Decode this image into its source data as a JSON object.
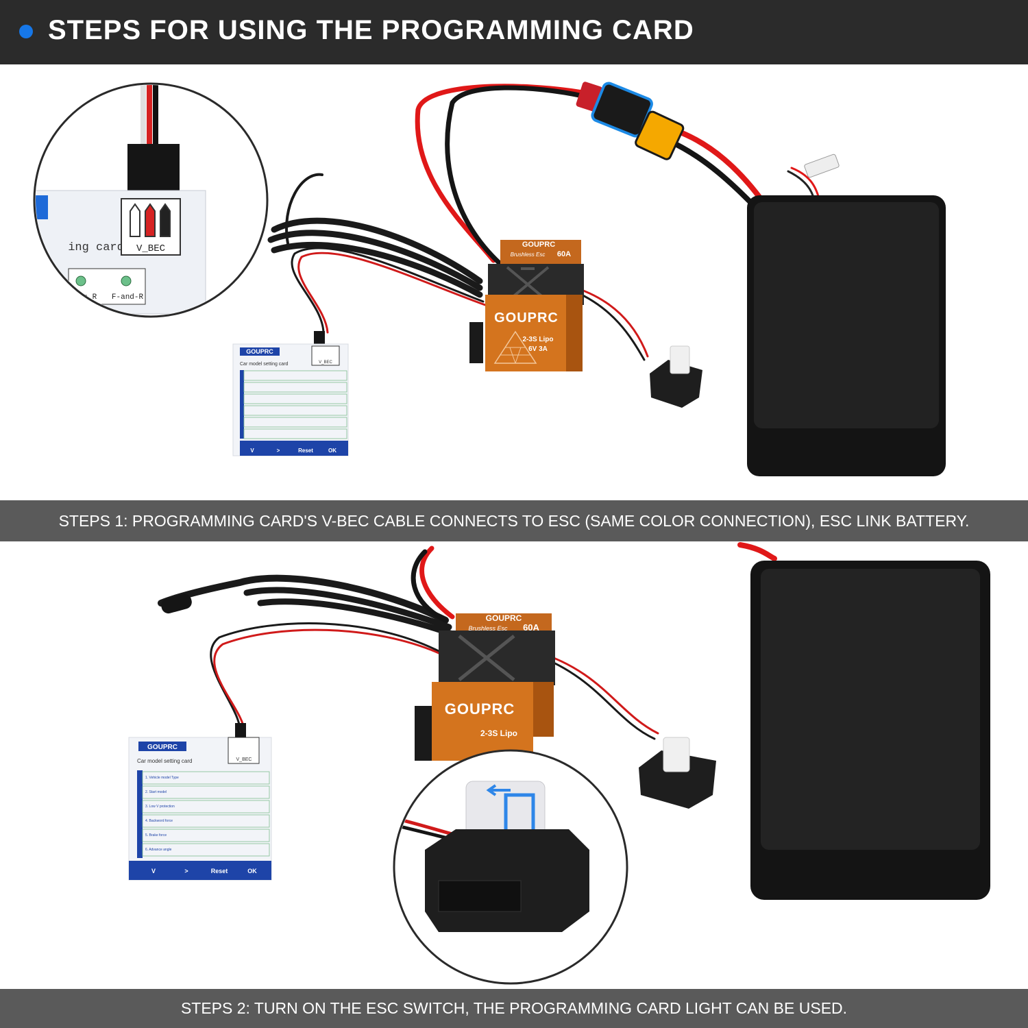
{
  "header": {
    "title": "STEPS FOR USING THE PROGRAMMING CARD",
    "accent": "#1677e8"
  },
  "step1": {
    "caption": "STEPS 1: PROGRAMMING CARD'S V-BEC CABLE CONNECTS TO ESC (SAME COLOR CONNECTION), ESC LINK BATTERY."
  },
  "step2": {
    "caption": "STEPS 2: TURN ON THE ESC SWITCH, THE PROGRAMMING CARD LIGHT CAN BE USED."
  },
  "esc": {
    "brand": "GOUPRC",
    "top_label": "GOUPRC",
    "model_line": "Brushless Esc",
    "amps": "60A",
    "spec1": "2-3S Lipo",
    "spec2": "6V 3A"
  },
  "card": {
    "brand": "GOUPRC",
    "title": "Car model setting card",
    "vbec": "V_BEC",
    "rows": [
      "1. Vehicle model Type",
      "2. Start model",
      "3. Low V protection",
      "4. Backword force",
      "5. Brake force",
      "6. Advance angle"
    ],
    "buttons": [
      "V",
      ">",
      "Reset",
      "OK"
    ]
  },
  "zoom_card": {
    "partial_label": "ing card",
    "vbec": "V_BEC",
    "opt1": "ke_R",
    "opt2": "F-and-R"
  }
}
